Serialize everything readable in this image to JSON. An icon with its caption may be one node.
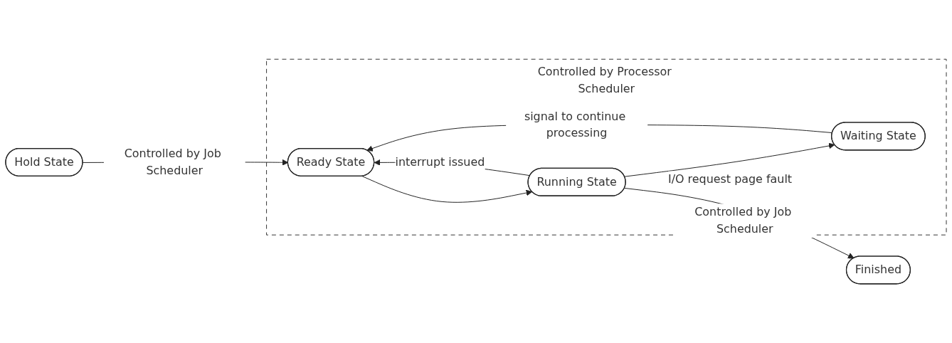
{
  "diagram": {
    "nodes": [
      {
        "text": [
          "Controlled by Processor Scheduler"
        ]
      },
      {
        "text": [
          "Hold State"
        ]
      },
      {
        "text": [
          "Ready State"
        ],
        "in": 0
      },
      {
        "text": [
          "Running State"
        ],
        "in": 0
      },
      {
        "text": [
          "Waiting State"
        ],
        "in": 0
      },
      {
        "text": [
          "Finished"
        ]
      }
    ],
    "edges": [
      {
        "from": 1,
        "to": 2,
        "arrow": "to",
        "label": "Controlled by Job Scheduler"
      },
      {
        "from": 2,
        "to": 3,
        "arrow": "to"
      },
      {
        "from": 3,
        "to": 2,
        "arrow": "to",
        "label": "interrupt issued"
      },
      {
        "from": 3,
        "to": 4,
        "arrow": "to",
        "label": "I/O request page fault"
      },
      {
        "from": 4,
        "to": 2,
        "arrow": "to",
        "label": "signal to continue processing"
      },
      {
        "from": 3,
        "to": 5,
        "arrow": "to",
        "label": "Controlled by Job Scheduler"
      }
    ]
  }
}
